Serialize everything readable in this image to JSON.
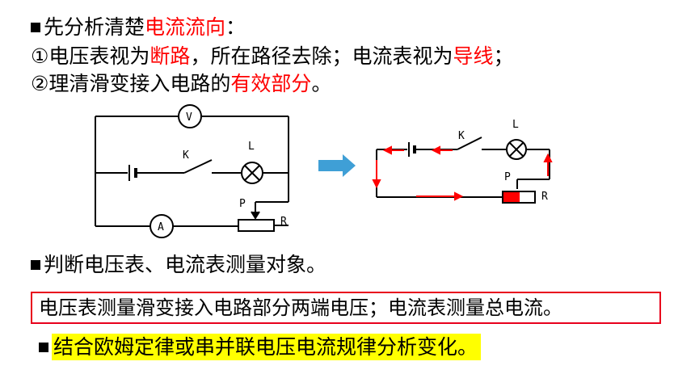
{
  "heading1": {
    "prefix": "先分析清楚",
    "highlight": "电流流向",
    "suffix": "："
  },
  "rule1": {
    "a": "①电压表视为",
    "b": "断路",
    "c": "，所在路径去除；电流表视为",
    "d": "导线",
    "e": "；"
  },
  "rule2": {
    "a": "②理清滑变接入电路的",
    "b": "有效部分",
    "c": "。"
  },
  "circuit_left": {
    "voltmeter": "V",
    "ammeter": "A",
    "switch": "K",
    "lamp": "L",
    "slider": "P",
    "resistor": "R"
  },
  "circuit_right": {
    "switch": "K",
    "lamp": "L",
    "slider": "P",
    "resistor": "R"
  },
  "heading2": "判断电压表、电流表测量对象。",
  "boxed_conclusion": "电压表测量滑变接入电路部分两端电压；电流表测量总电流。",
  "heading3": "结合欧姆定律或串并联电压电流规律分析变化。",
  "colors": {
    "accent_red": "#ff0000",
    "arrow_blue": "#3f9fd6",
    "highlight_yellow": "#ffff00",
    "box_border": "#e8001c"
  }
}
